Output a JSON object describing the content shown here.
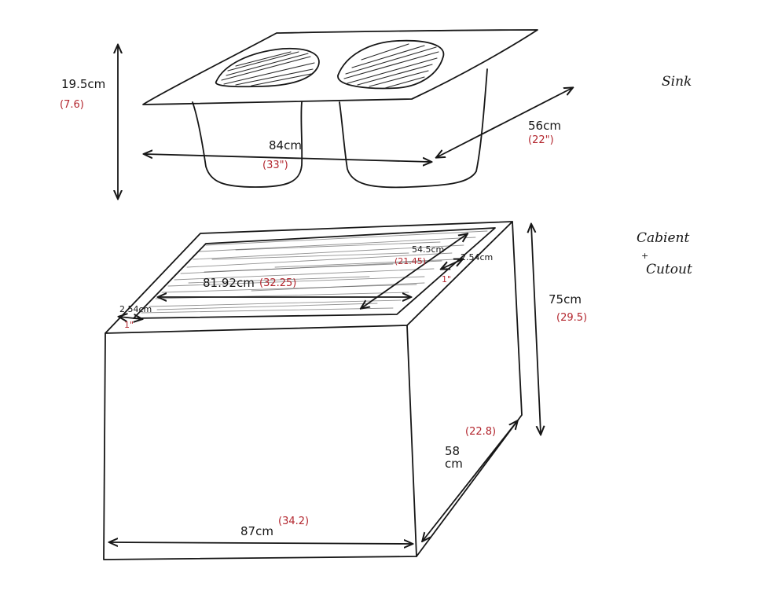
{
  "colors": {
    "ink": "#161616",
    "imperial": "#b3262e",
    "background": "#ffffff"
  },
  "sink": {
    "title": "Sink",
    "height_cm": "19.5cm",
    "height_in": "(7.6)",
    "width_cm": "84cm",
    "width_in": "(33\")",
    "depth_cm": "56cm",
    "depth_in": "(22\")"
  },
  "cabinet": {
    "title_line1": "Cabient",
    "title_plus": "+",
    "title_line2": "Cutout",
    "cutout_width_cm": "81.92cm",
    "cutout_width_in": "(32.25)",
    "cutout_depth_cm": "54.5cm",
    "cutout_depth_in": "(21.45)",
    "border_right_cm": "2.54cm",
    "border_right_in": "1\"",
    "border_left_cm": "2.54cm",
    "border_left_in": "1\"",
    "height_cm": "75cm",
    "height_in": "(29.5)",
    "depth_cm_line1": "58",
    "depth_cm_line2": "cm",
    "depth_in": "(22.8)",
    "width_cm": "87cm",
    "width_in": "(34.2)"
  }
}
